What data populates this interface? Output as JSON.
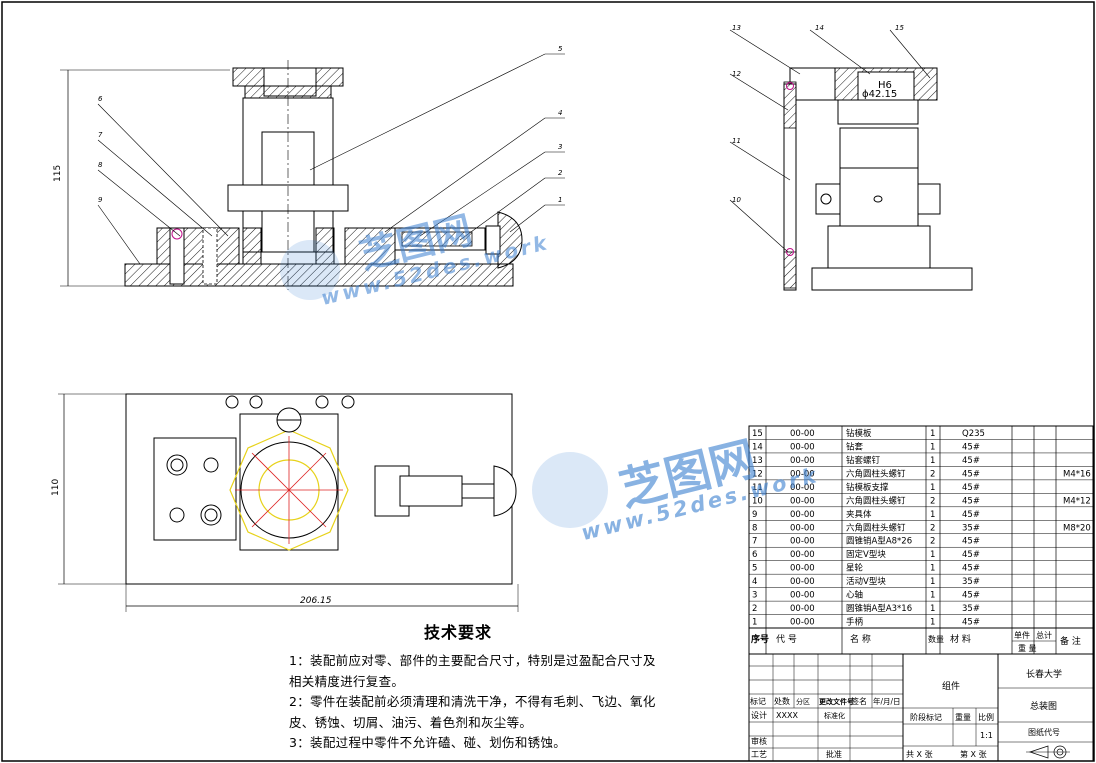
{
  "drawing": {
    "dimensions": {
      "height_dim": "115",
      "width_dim": "110",
      "length_dim": "206.15",
      "bore_tol": "H6",
      "bore_dia": "ϕ42.15"
    },
    "callouts_front": [
      "1",
      "2",
      "3",
      "4",
      "5",
      "6",
      "7",
      "8",
      "9"
    ],
    "callouts_side": [
      "10",
      "11",
      "12",
      "13",
      "14",
      "15"
    ]
  },
  "technical_requirements": {
    "title": "技术要求",
    "lines": [
      "1：装配前应对零、部件的主要配合尺寸，特别是过盈配合尺寸及",
      "相关精度进行复查。",
      "2：零件在装配前必须清理和清洗干净，不得有毛刺、飞边、氧化",
      "皮、锈蚀、切屑、油污、着色剂和灰尘等。",
      "3：装配过程中零件不允许磕、碰、划伤和锈蚀。"
    ]
  },
  "bom": {
    "headers": {
      "seq": "序号",
      "code": "代 号",
      "name": "名 称",
      "qty": "数量",
      "material": "材 料",
      "single": "单件",
      "total": "总计",
      "weight": "重 量",
      "note": "备 注"
    },
    "rows": [
      {
        "seq": "15",
        "code": "00-00",
        "name": "钻模板",
        "qty": "1",
        "material": "Q235",
        "note": ""
      },
      {
        "seq": "14",
        "code": "00-00",
        "name": "钻套",
        "qty": "1",
        "material": "45#",
        "note": ""
      },
      {
        "seq": "13",
        "code": "00-00",
        "name": "钻套螺钉",
        "qty": "1",
        "material": "45#",
        "note": ""
      },
      {
        "seq": "12",
        "code": "00-00",
        "name": "六角圆柱头螺钉",
        "qty": "2",
        "material": "45#",
        "note": "M4*16"
      },
      {
        "seq": "11",
        "code": "00-00",
        "name": "钻模板支撑",
        "qty": "1",
        "material": "45#",
        "note": ""
      },
      {
        "seq": "10",
        "code": "00-00",
        "name": "六角圆柱头螺钉",
        "qty": "2",
        "material": "45#",
        "note": "M4*12"
      },
      {
        "seq": "9",
        "code": "00-00",
        "name": "夹具体",
        "qty": "1",
        "material": "45#",
        "note": ""
      },
      {
        "seq": "8",
        "code": "00-00",
        "name": "六角圆柱头螺钉",
        "qty": "2",
        "material": "35#",
        "note": "M8*20"
      },
      {
        "seq": "7",
        "code": "00-00",
        "name": "圆锥销A型A8*26",
        "qty": "2",
        "material": "45#",
        "note": ""
      },
      {
        "seq": "6",
        "code": "00-00",
        "name": "固定V型块",
        "qty": "1",
        "material": "45#",
        "note": ""
      },
      {
        "seq": "5",
        "code": "00-00",
        "name": "星轮",
        "qty": "1",
        "material": "45#",
        "note": ""
      },
      {
        "seq": "4",
        "code": "00-00",
        "name": "活动V型块",
        "qty": "1",
        "material": "35#",
        "note": ""
      },
      {
        "seq": "3",
        "code": "00-00",
        "name": "心轴",
        "qty": "1",
        "material": "45#",
        "note": ""
      },
      {
        "seq": "2",
        "code": "00-00",
        "name": "圆锥销A型A3*16",
        "qty": "1",
        "material": "35#",
        "note": ""
      },
      {
        "seq": "1",
        "code": "00-00",
        "name": "手柄",
        "qty": "1",
        "material": "45#",
        "note": ""
      }
    ]
  },
  "title_block": {
    "mark": "标记",
    "zones": "处数",
    "partition": "分区",
    "doc_no": "更改文件号",
    "sign": "签名",
    "date": "年/月/日",
    "design": "设计",
    "designer": "XXXX",
    "standard": "标准化",
    "review": "审核",
    "process": "工艺",
    "approve": "批准",
    "stage_mark": "阶段标记",
    "weight": "重量",
    "scale": "比例",
    "scale_val": "1:1",
    "assembly": "组件",
    "school": "长春大学",
    "drawing_name": "总装图",
    "drawing_code": "图纸代号",
    "sheets": "共 X 张",
    "sheet_no": "第 X 张"
  },
  "watermark": {
    "brand": "芝图网",
    "url": "www.52des.work"
  }
}
